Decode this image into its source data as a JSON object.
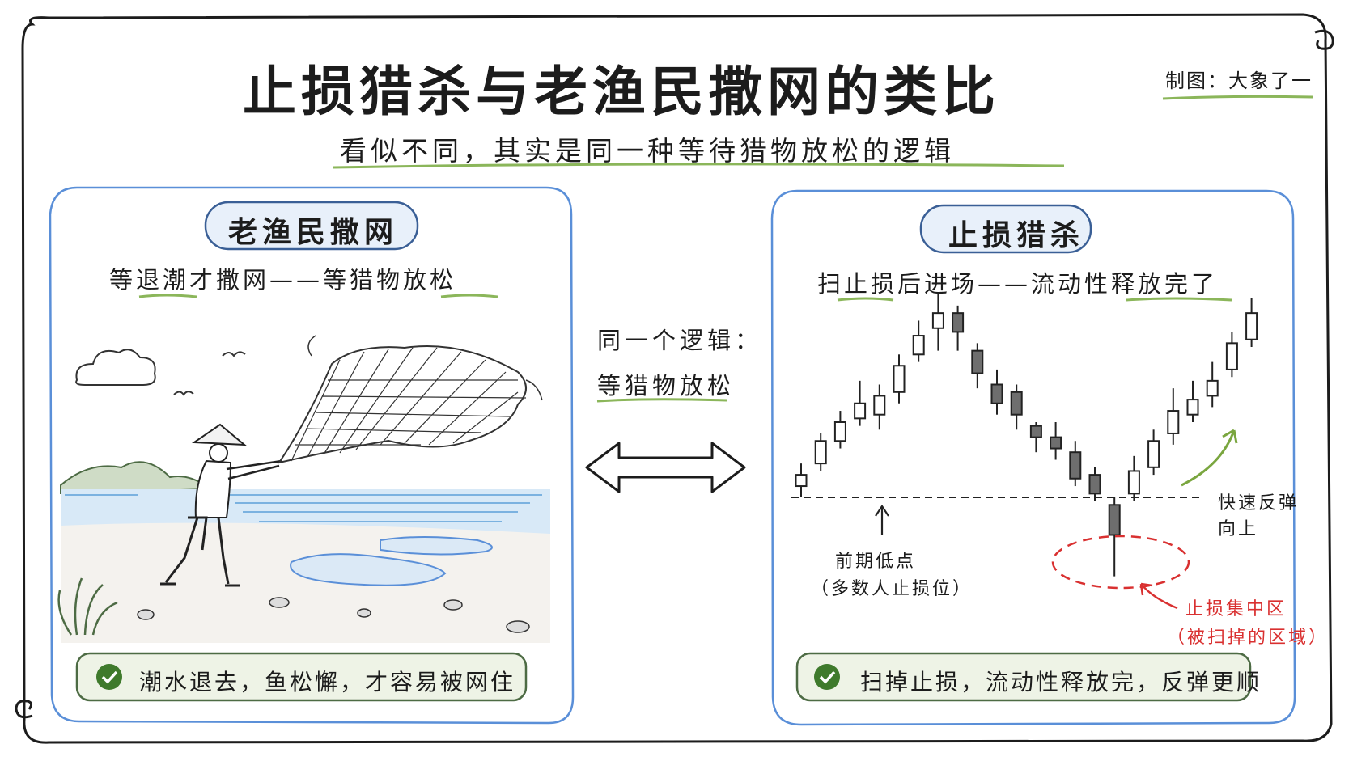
{
  "title": "止损猎杀与老渔民撒网的类比",
  "credit": "制图：大象了一",
  "subtitle": "看似不同，其实是同一种等待猎物放松的逻辑",
  "left_panel": {
    "title": "老渔民撒网",
    "caption": "等退潮才撒网——等猎物放松",
    "bottom_text": "潮水退去，鱼松懈，才容易被网住"
  },
  "right_panel": {
    "title": "止损猎杀",
    "caption": "扫止损后进场——流动性释放完了",
    "bottom_text": "扫掉止损，流动性释放完，反弹更顺",
    "annotations": {
      "previous_low_1": "前期低点",
      "previous_low_2": "（多数人止损位）",
      "rebound_1": "快速反弹",
      "rebound_2": "向上",
      "stop_zone_1": "止损集中区",
      "stop_zone_2": "（被扫掉的区域）"
    }
  },
  "middle": {
    "line1": "同一个逻辑：",
    "line2": "等猎物放松"
  },
  "chart_data": {
    "type": "candlestick",
    "candles": [
      {
        "open": 3.5,
        "close": 5.0,
        "high": 6.5,
        "low": 2.0
      },
      {
        "open": 6.5,
        "close": 9.5,
        "high": 10.5,
        "low": 5.5
      },
      {
        "open": 9.5,
        "close": 12.0,
        "high": 13.5,
        "low": 8.5
      },
      {
        "open": 12.5,
        "close": 14.5,
        "high": 17.5,
        "low": 11.5
      },
      {
        "open": 13.0,
        "close": 15.5,
        "high": 17.0,
        "low": 11.0
      },
      {
        "open": 16.0,
        "close": 19.5,
        "high": 21.0,
        "low": 14.5
      },
      {
        "open": 21.0,
        "close": 23.5,
        "high": 25.5,
        "low": 20.0
      },
      {
        "open": 24.5,
        "close": 26.5,
        "high": 29.0,
        "low": 21.5
      },
      {
        "open": 26.5,
        "close": 24.0,
        "high": 27.5,
        "low": 21.5
      },
      {
        "open": 21.5,
        "close": 18.5,
        "high": 22.5,
        "low": 16.5
      },
      {
        "open": 17.0,
        "close": 14.5,
        "high": 19.0,
        "low": 13.0
      },
      {
        "open": 16.0,
        "close": 13.0,
        "high": 17.0,
        "low": 11.0
      },
      {
        "open": 11.5,
        "close": 10.0,
        "high": 12.0,
        "low": 8.0
      },
      {
        "open": 10.0,
        "close": 8.5,
        "high": 12.0,
        "low": 7.0
      },
      {
        "open": 8.0,
        "close": 4.5,
        "high": 9.5,
        "low": 3.5
      },
      {
        "open": 5.0,
        "close": 2.5,
        "high": 6.0,
        "low": 1.5
      },
      {
        "open": 1.0,
        "close": -3.0,
        "high": 2.0,
        "low": -8.5
      },
      {
        "open": 2.5,
        "close": 5.5,
        "high": 7.5,
        "low": 1.5
      },
      {
        "open": 6.0,
        "close": 9.5,
        "high": 11.0,
        "low": 5.0
      },
      {
        "open": 10.5,
        "close": 13.5,
        "high": 16.5,
        "low": 9.0
      },
      {
        "open": 13.0,
        "close": 15.0,
        "high": 17.5,
        "low": 12.0
      },
      {
        "open": 15.5,
        "close": 17.5,
        "high": 20.0,
        "low": 14.0
      },
      {
        "open": 19.0,
        "close": 22.5,
        "high": 24.0,
        "low": 18.0
      },
      {
        "open": 23.0,
        "close": 26.5,
        "high": 28.5,
        "low": 22.0
      }
    ],
    "previous_low": 2.0,
    "colors": {
      "bull": "#ffffff",
      "bear": "#6e6e6e",
      "stop_zone": "#d93030",
      "arrow": "#7aa63f"
    }
  },
  "colors": {
    "panel_border": "#5a8fd8",
    "accent_green": "#8bb65a",
    "check_green": "#3f7a2c",
    "stop_red": "#d93030",
    "water": "#7bb2e0"
  },
  "icons": [
    "check-circle-icon",
    "double-arrow-icon",
    "fisherman-illustration",
    "cloud-icon",
    "bird-icon",
    "up-arrow-icon"
  ]
}
